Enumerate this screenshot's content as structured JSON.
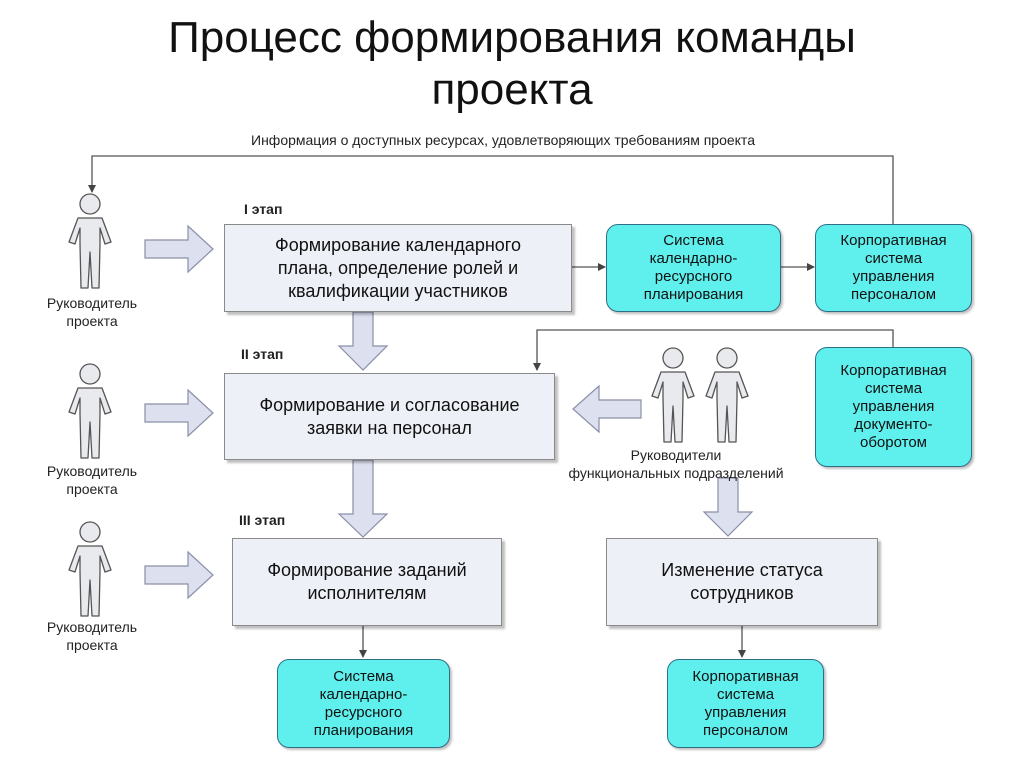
{
  "title": {
    "line1": "Процесс формирования команды",
    "line2": "проекта"
  },
  "feedback_label": "Информация о доступных ресурсах, удовлетворяющих требованиям проекта",
  "stages": {
    "stage1": "I этап",
    "stage2": "II этап",
    "stage3": "III этап"
  },
  "actors": {
    "pm1": [
      "Руководитель",
      "проекта"
    ],
    "pm2": [
      "Руководитель",
      "проекта"
    ],
    "pm3": [
      "Руководитель",
      "проекта"
    ],
    "func": [
      "Руководители",
      "функциональных подразделений"
    ]
  },
  "process": {
    "calendar_plan": [
      "Формирование календарного",
      "плана, определение ролей и",
      "квалификации участников"
    ],
    "staff_request": [
      "Формирование и согласование",
      "заявки на персонал"
    ],
    "tasks": [
      "Формирование заданий",
      "исполнителям"
    ],
    "status_change": [
      "Изменение статуса",
      "сотрудников"
    ]
  },
  "systems": {
    "calendar_system_top": [
      "Система",
      "календарно-",
      "ресурсного",
      "планирования"
    ],
    "hr_system_top": [
      "Корпоративная",
      "система",
      "управления",
      "персоналом"
    ],
    "doc_system": [
      "Корпоративная",
      "система",
      "управления",
      "документо-",
      "оборотом"
    ],
    "calendar_system_bottom": [
      "Система",
      "календарно-",
      "ресурсного",
      "планирования"
    ],
    "hr_system_bottom": [
      "Корпоративная",
      "система",
      "управления",
      "персоналом"
    ]
  },
  "colors": {
    "process_fill": "#eef0f8",
    "system_fill": "#5ff0ee",
    "arrow_fill": "#dde0ef"
  }
}
